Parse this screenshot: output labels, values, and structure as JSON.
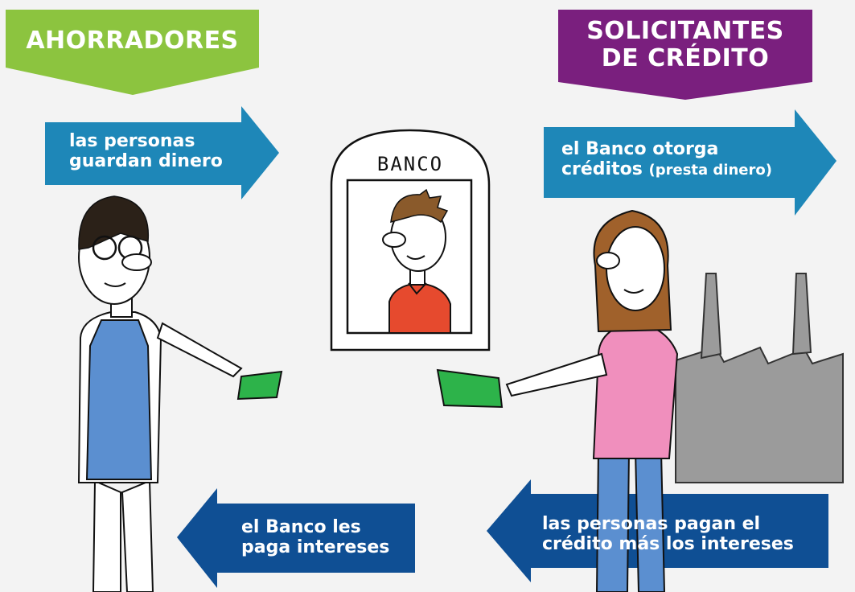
{
  "headers": {
    "savers": "AHORRADORES",
    "borrowers_line1": "SOLICITANTES",
    "borrowers_line2": "DE CRÉDITO"
  },
  "arrows": {
    "top_left": {
      "line1": "las personas",
      "line2": "guardan  dinero"
    },
    "top_right": {
      "line1": "el Banco otorga",
      "line2": "créditos",
      "line2_small": "(presta dinero)"
    },
    "bottom_left": {
      "line1": "el Banco les",
      "line2": "paga intereses"
    },
    "bottom_right": {
      "line1": "las personas pagan el",
      "line2": "crédito más los intereses"
    }
  },
  "bank": {
    "sign": "BANCO"
  },
  "colors": {
    "background": "#f3f3f3",
    "savers_header": "#8cc43f",
    "borrowers_header": "#7a1f7e",
    "top_arrow": "#1e87b8",
    "bottom_arrow": "#0f4f94",
    "apron": "#5b8fd0",
    "shirt_pink": "#f08fbd",
    "money_green": "#2db34a",
    "factory_gray": "#9b9b9b",
    "banker_shirt": "#e64a2e"
  }
}
